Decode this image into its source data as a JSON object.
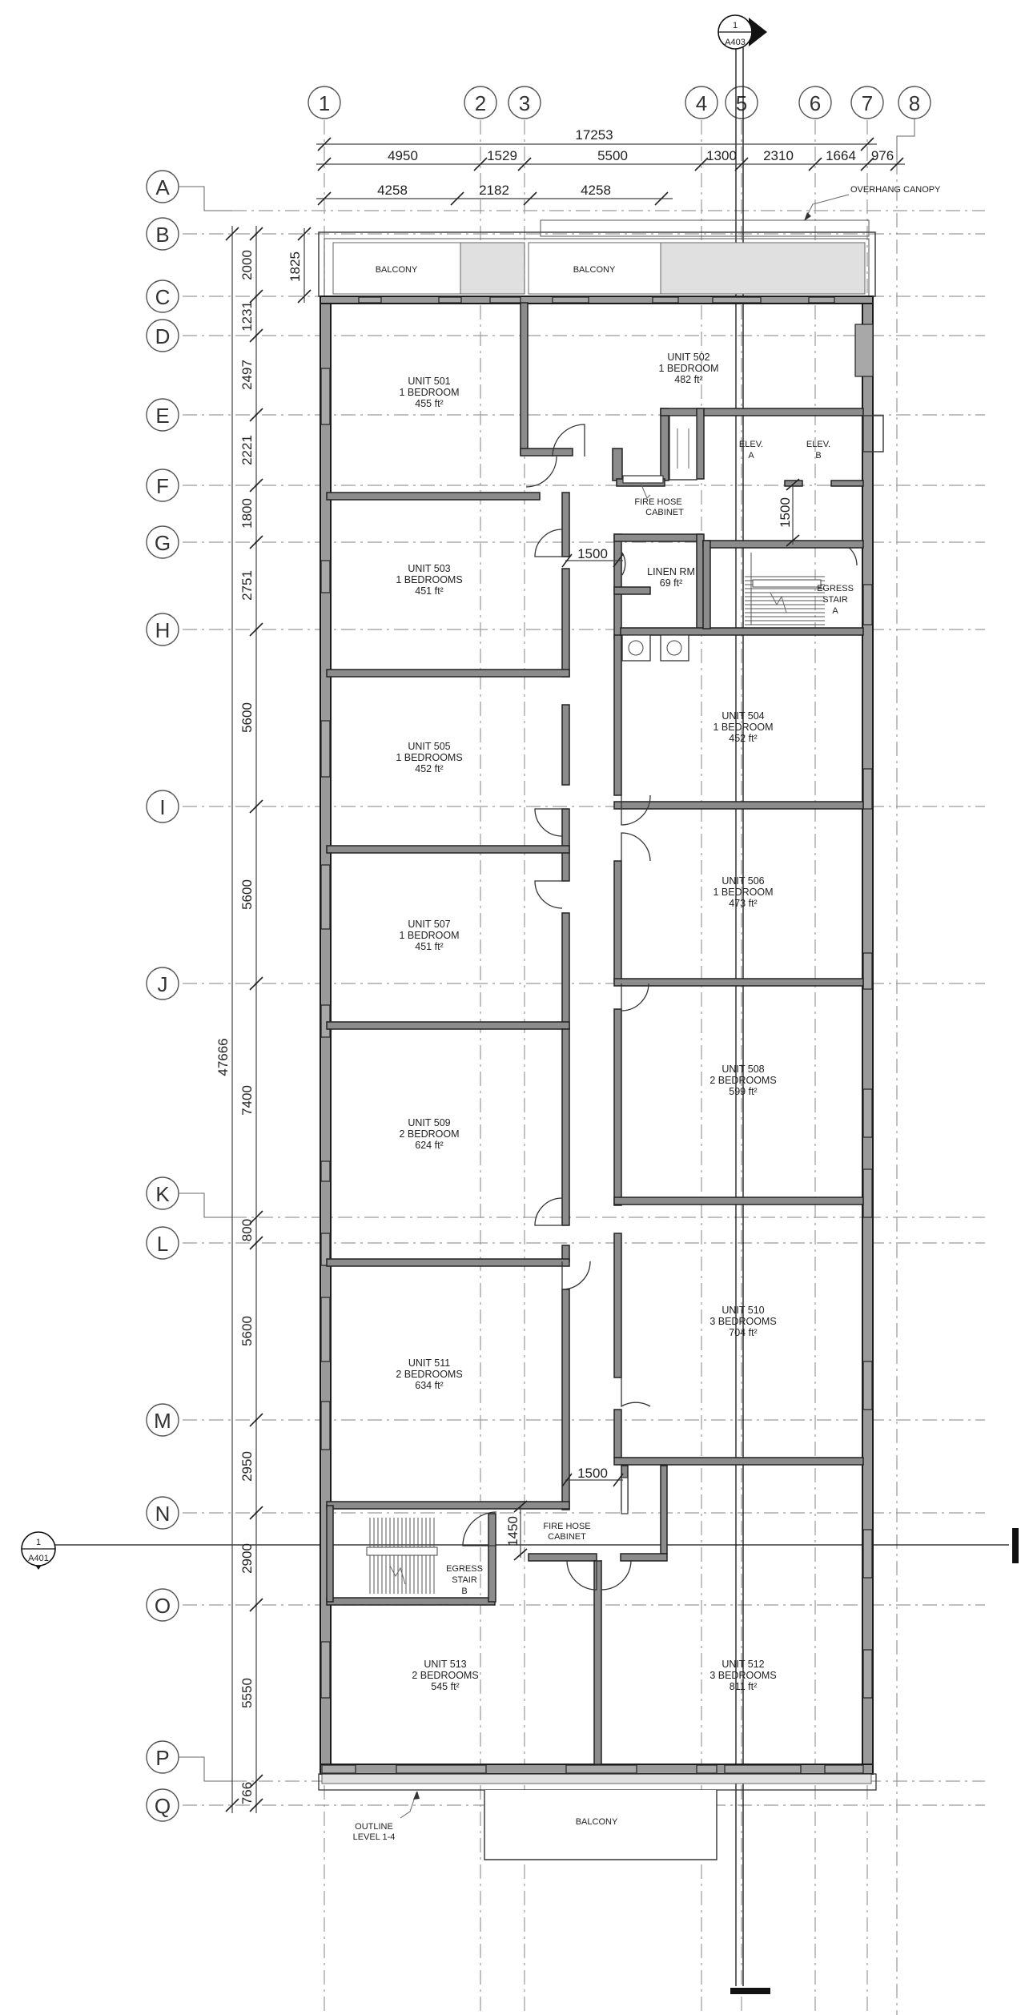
{
  "grid": {
    "columns": [
      "1",
      "2",
      "3",
      "4",
      "5",
      "6",
      "7",
      "8"
    ],
    "rows": [
      "A",
      "B",
      "C",
      "D",
      "E",
      "F",
      "G",
      "H",
      "I",
      "J",
      "K",
      "L",
      "M",
      "N",
      "O",
      "P",
      "Q"
    ]
  },
  "dimensions": {
    "overall_width": "17253",
    "width_row1": [
      "4950",
      "1529",
      "5500",
      "1300",
      "2310",
      "1664",
      "976"
    ],
    "width_row2": [
      "4258",
      "2182",
      "4258"
    ],
    "overall_height": "47666",
    "heights": [
      "2000",
      "1231",
      "2497",
      "2221",
      "1800",
      "2751",
      "5600",
      "5600",
      "7400",
      "800",
      "5600",
      "2950",
      "2900",
      "5550",
      "766"
    ],
    "balcony_depth": "1825",
    "corridor_1500_a": "1500",
    "corridor_1500_b": "1500",
    "corridor_1500_c": "1500",
    "corridor_1450": "1450"
  },
  "section_markers": {
    "top": {
      "number": "1",
      "sheet": "A403"
    },
    "left": {
      "number": "1",
      "sheet": "A401"
    }
  },
  "notes": {
    "overhang_canopy": "OVERHANG CANOPY",
    "outline_line1": "OUTLINE",
    "outline_line2": "LEVEL 1-4"
  },
  "rooms": {
    "balcony_left": "BALCONY",
    "balcony_right": "BALCONY",
    "balcony_bottom": "BALCONY",
    "u501": {
      "name": "UNIT 501",
      "type": "1 BEDROOM",
      "area": "455 ft²"
    },
    "u502": {
      "name": "UNIT 502",
      "type": "1 BEDROOM",
      "area": "482 ft²"
    },
    "u503": {
      "name": "UNIT 503",
      "type": "1 BEDROOMS",
      "area": "451 ft²"
    },
    "u504": {
      "name": "UNIT 504",
      "type": "1 BEDROOM",
      "area": "452 ft²"
    },
    "u505": {
      "name": "UNIT 505",
      "type": "1 BEDROOMS",
      "area": "452 ft²"
    },
    "u506": {
      "name": "UNIT 506",
      "type": "1 BEDROOM",
      "area": "473 ft²"
    },
    "u507": {
      "name": "UNIT 507",
      "type": "1 BEDROOM",
      "area": "451 ft²"
    },
    "u508": {
      "name": "UNIT 508",
      "type": "2 BEDROOMS",
      "area": "599 ft²"
    },
    "u509": {
      "name": "UNIT 509",
      "type": "2 BEDROOM",
      "area": "624 ft²"
    },
    "u510": {
      "name": "UNIT 510",
      "type": "3 BEDROOMS",
      "area": "704 ft²"
    },
    "u511": {
      "name": "UNIT 511",
      "type": "2 BEDROOMS",
      "area": "634 ft²"
    },
    "u512": {
      "name": "UNIT 512",
      "type": "3 BEDROOMS",
      "area": "811 ft²"
    },
    "u513": {
      "name": "UNIT 513",
      "type": "2 BEDROOMS",
      "area": "545 ft²"
    },
    "elev_a": [
      "ELEV.",
      "A"
    ],
    "elev_b": [
      "ELEV.",
      "B"
    ],
    "linen": {
      "name": "LINEN RM",
      "area": "69 ft²"
    },
    "fire_hose_top": [
      "FIRE HOSE",
      "CABINET"
    ],
    "fire_hose_bottom": [
      "FIRE HOSE",
      "CABINET"
    ],
    "egress_a": [
      "EGRESS",
      "STAIR",
      "A"
    ],
    "egress_b": [
      "EGRESS",
      "STAIR",
      "B"
    ]
  }
}
